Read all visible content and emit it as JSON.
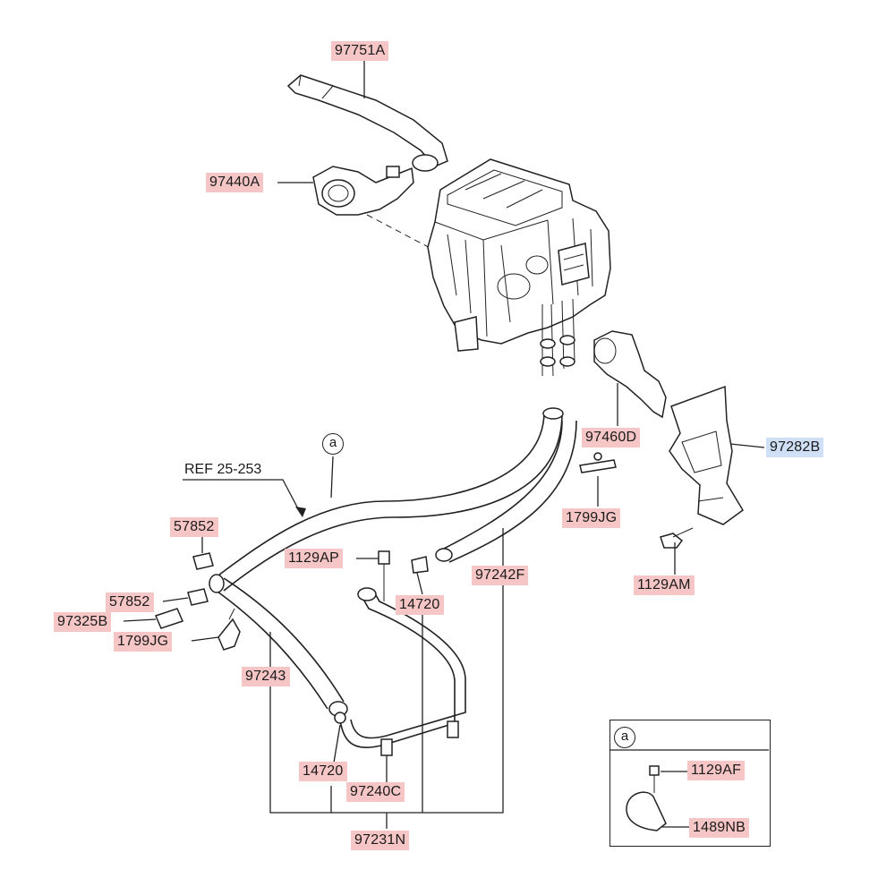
{
  "reference": {
    "text": "REF 25-253"
  },
  "detail_marker": {
    "letter": "a"
  },
  "detail_box": {
    "marker": "a",
    "labels": {
      "bolt": "1129AF",
      "clip": "1489NB"
    }
  },
  "parts": {
    "hose_upper_duct": "97751A",
    "duct_left": "97440A",
    "duct_right": "97460D",
    "cover": "97282B",
    "clip_upper": "1799JG",
    "bolt_cover": "1129AM",
    "hose_long": "97242F",
    "bolt_mid": "1129AP",
    "clamp_mid": "14720",
    "clamp_upper_left": "57852",
    "clamp_lower_left": "57852",
    "joint": "97325B",
    "clip_lower": "1799JG",
    "hose_front": "97243",
    "clamp_bottom": "14720",
    "pipe": "97240C",
    "assembly": "97231N"
  },
  "colors": {
    "label_default": "#f6c6c6",
    "label_highlight": "#cfe0f6",
    "line": "#222222"
  }
}
